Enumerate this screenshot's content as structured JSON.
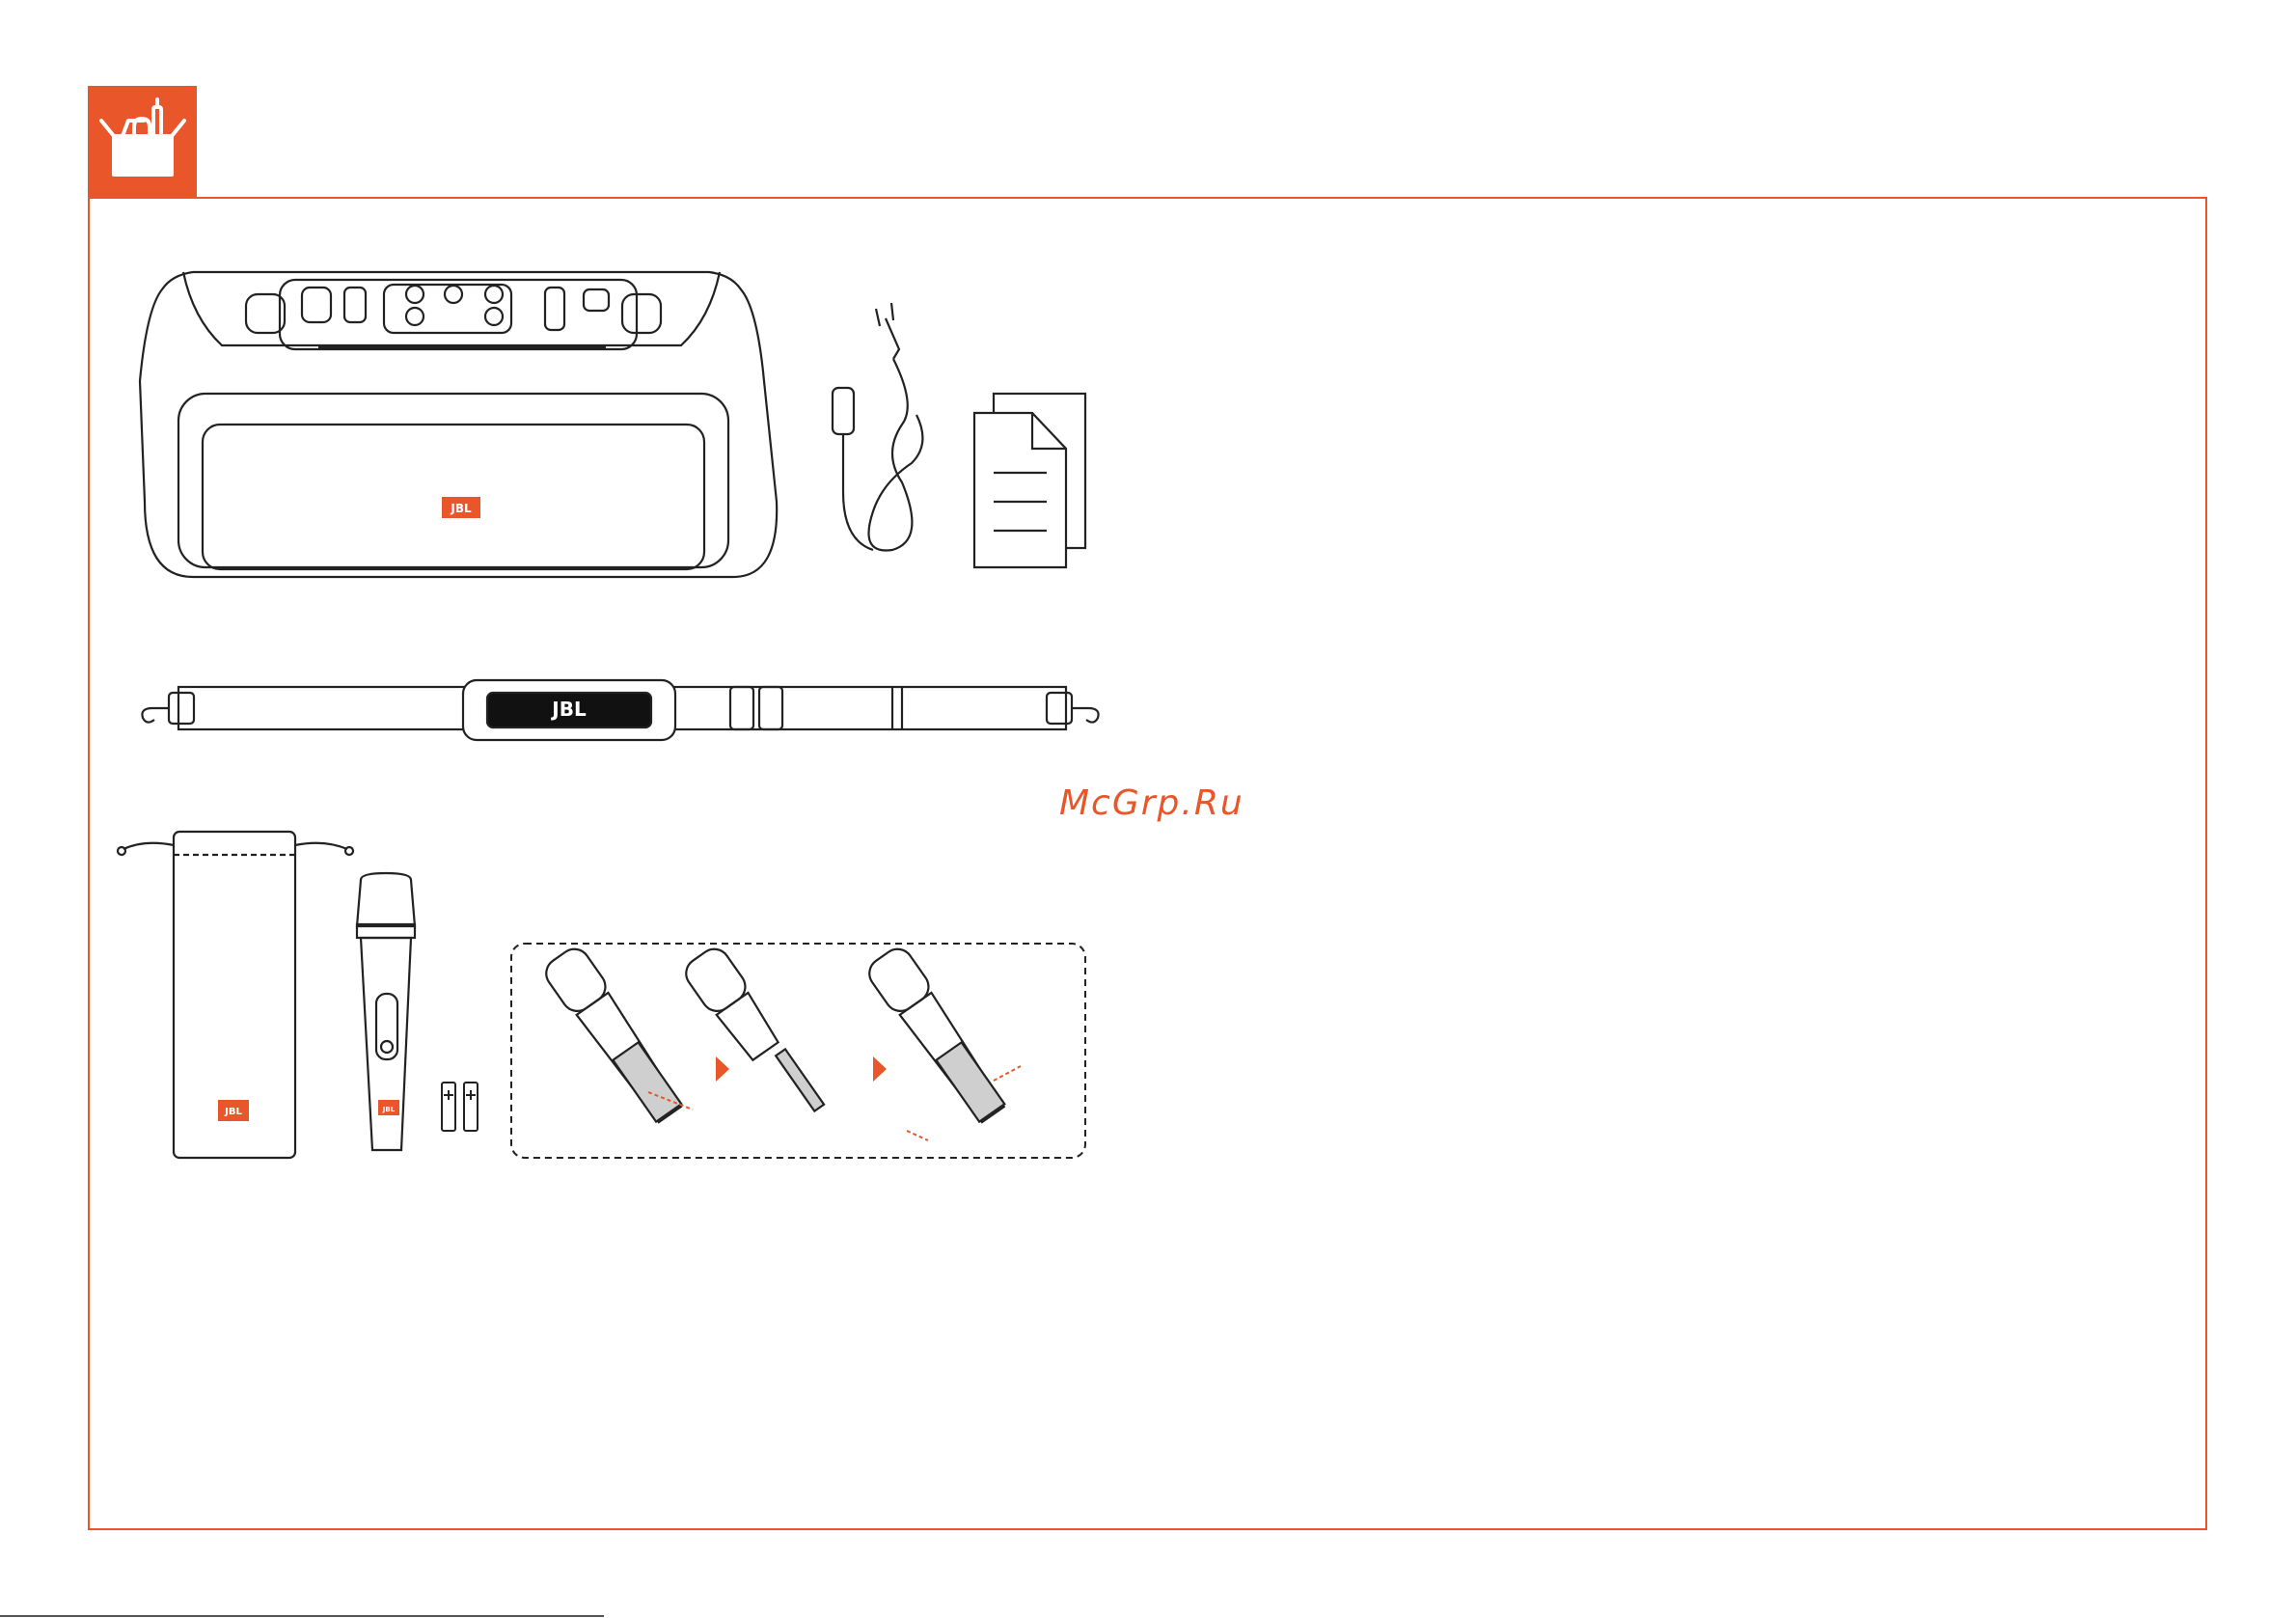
{
  "section": {
    "icon": "box-contents-icon",
    "accent_color": "#e8562a"
  },
  "items": {
    "speaker": {
      "icon": "party-speaker-icon",
      "brand": "JBL"
    },
    "power_cord": {
      "icon": "power-cord-icon"
    },
    "documents": {
      "icon": "documents-icon"
    },
    "strap": {
      "icon": "shoulder-strap-icon",
      "brand": "JBL"
    },
    "pouch": {
      "icon": "drawstring-pouch-icon",
      "brand": "JBL"
    },
    "microphone": {
      "icon": "wireless-microphone-icon",
      "brand": "JBL"
    },
    "batteries": {
      "icon": "aa-batteries-icon",
      "count": 2
    },
    "battery_install": {
      "icon": "battery-install-steps-icon",
      "steps": 3
    }
  },
  "watermark": {
    "text": "McGrp.Ru"
  }
}
